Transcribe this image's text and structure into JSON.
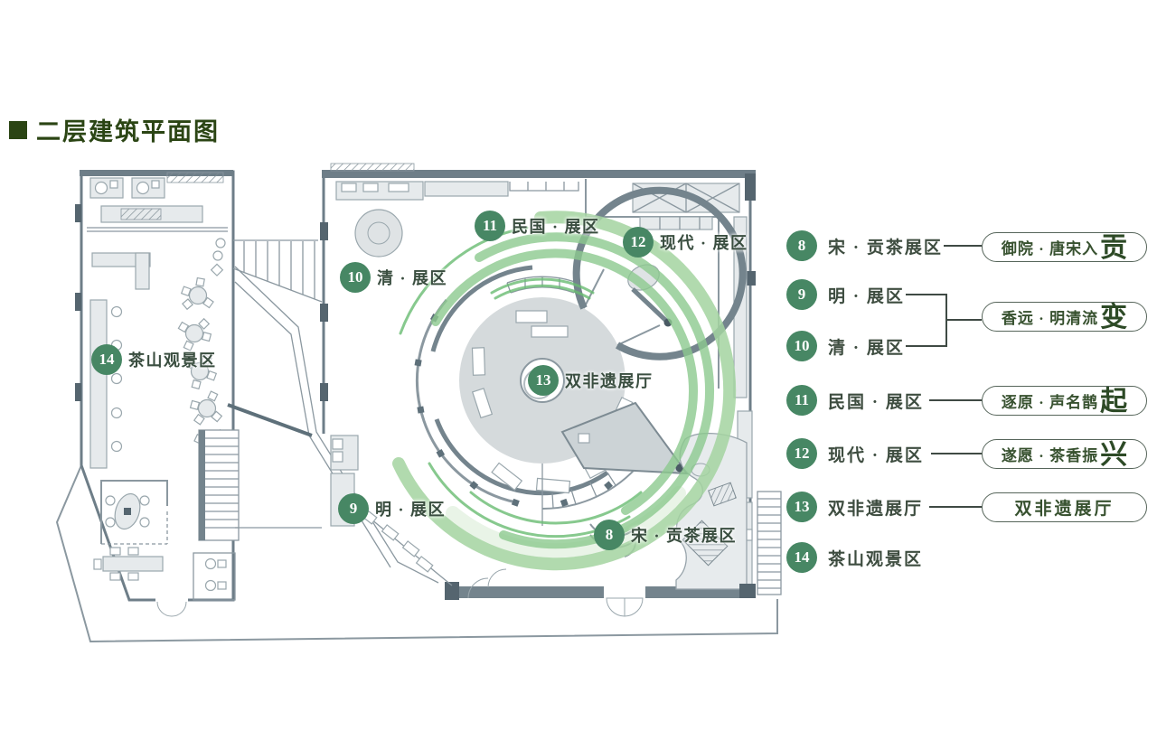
{
  "title": {
    "text": "二层建筑平面图"
  },
  "plan": {
    "markers": [
      {
        "num": "8",
        "label": "宋 · 贡茶展区"
      },
      {
        "num": "9",
        "label": "明 · 展区"
      },
      {
        "num": "10",
        "label": "清 · 展区"
      },
      {
        "num": "11",
        "label": "民国 · 展区"
      },
      {
        "num": "12",
        "label": "现代 · 展区"
      },
      {
        "num": "13",
        "label": "双非遗展厅"
      },
      {
        "num": "14",
        "label": "茶山观景区"
      }
    ]
  },
  "legend": {
    "rows": [
      {
        "num": "8",
        "label": "宋 · 贡茶展区"
      },
      {
        "num": "9",
        "label": "明 · 展区"
      },
      {
        "num": "10",
        "label": "清 · 展区"
      },
      {
        "num": "11",
        "label": "民国 · 展区"
      },
      {
        "num": "12",
        "label": "现代 · 展区"
      },
      {
        "num": "13",
        "label": "双非遗展厅"
      },
      {
        "num": "14",
        "label": "茶山观景区"
      }
    ],
    "pills": [
      {
        "small": "御院 · 唐宋入",
        "big": "贡"
      },
      {
        "small": "香远 · 明清流",
        "big": "变"
      },
      {
        "small": "逐原 · 声名鹊",
        "big": "起"
      },
      {
        "small": "遂愿 · 茶香振",
        "big": "兴"
      },
      {
        "text": "双非遗展厅"
      }
    ]
  },
  "colors": {
    "marker_green": "#478764",
    "brush_green": "#a3d3a0",
    "title_green": "#2b4514",
    "wall_gray": "#6e7e88",
    "label_green": "#3a4e40"
  }
}
